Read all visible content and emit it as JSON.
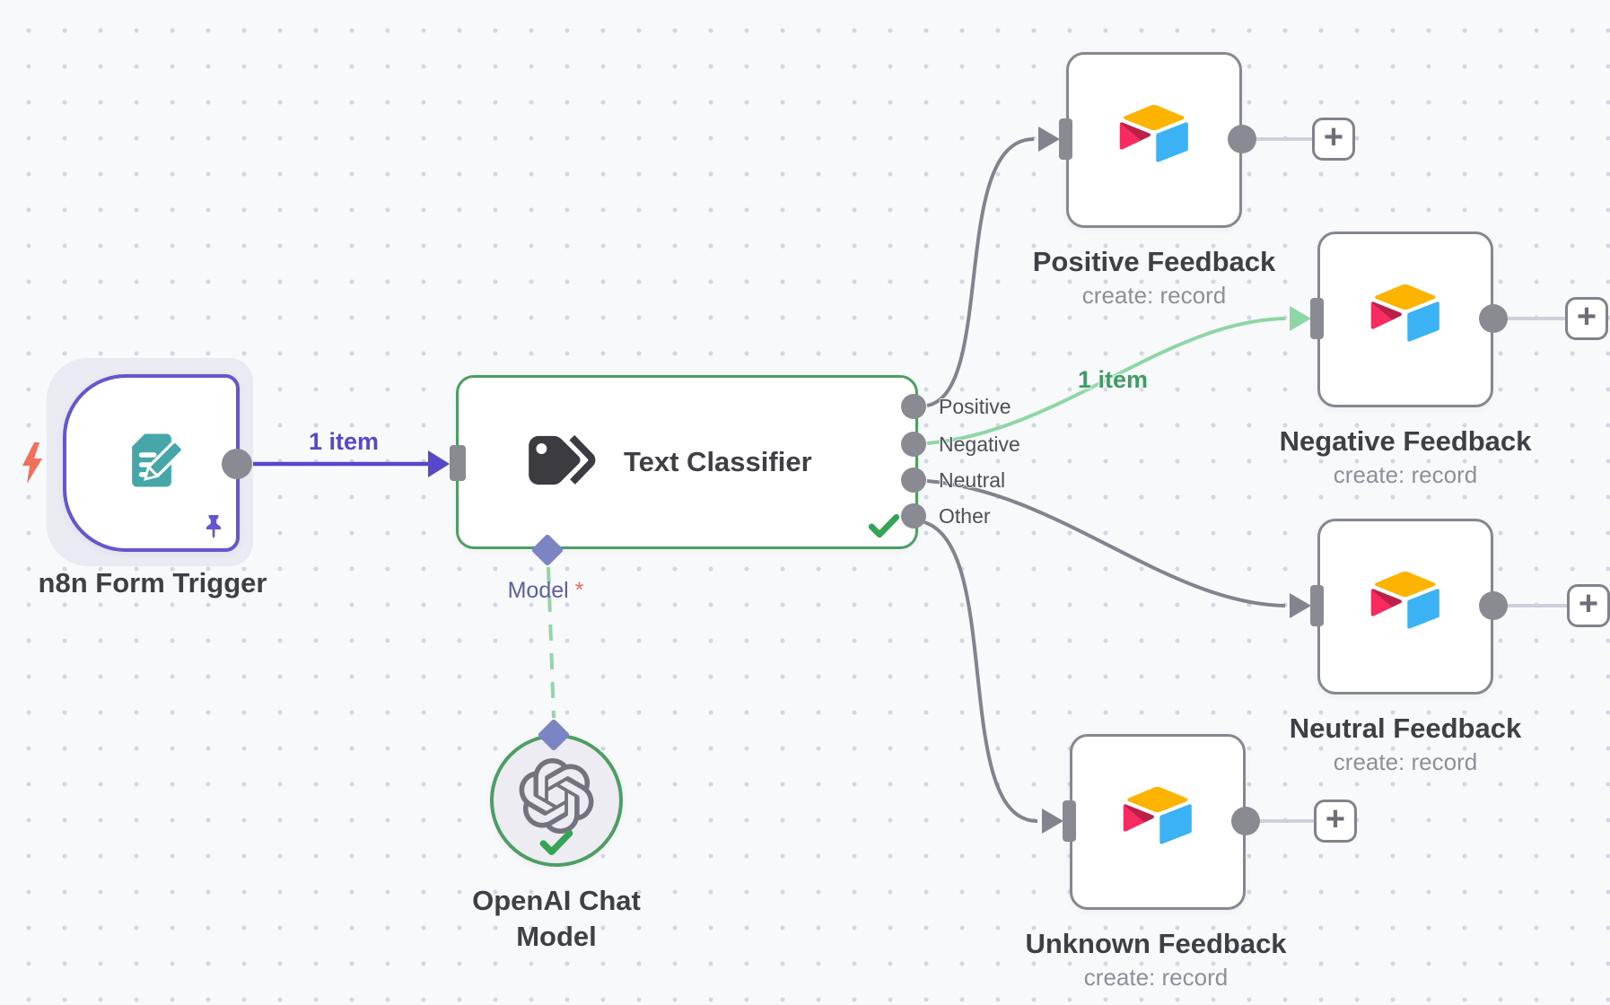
{
  "workflow": {
    "nodes": {
      "form_trigger": {
        "label": "n8n Form Trigger"
      },
      "text_classifier": {
        "label": "Text Classifier",
        "outputs": [
          "Positive",
          "Negative",
          "Neutral",
          "Other"
        ],
        "model_input_label": "Model",
        "required_marker": "*"
      },
      "openai_model": {
        "label_line1": "OpenAI Chat",
        "label_line2": "Model"
      },
      "positive_feedback": {
        "label": "Positive Feedback",
        "subtitle": "create: record"
      },
      "negative_feedback": {
        "label": "Negative Feedback",
        "subtitle": "create: record"
      },
      "neutral_feedback": {
        "label": "Neutral Feedback",
        "subtitle": "create: record"
      },
      "unknown_feedback": {
        "label": "Unknown Feedback",
        "subtitle": "create: record"
      }
    },
    "connections": {
      "trigger_to_classifier_label": "1 item",
      "negative_branch_label": "1 item"
    },
    "icons": {
      "plus": "+"
    },
    "colors": {
      "trigger_purple": "#6456cc",
      "connection_purple": "#5748c9",
      "success_green": "#4e9e63",
      "check_green": "#36a456",
      "branch_light_green": "#8fd6a6",
      "branch_green_text": "#3f9c63",
      "gray_connection": "#81838d",
      "stub_gray": "#ccd0dc",
      "node_border_gray": "#87878f",
      "lightning_coral": "#f1705b",
      "airtable_yellow": "#FCB400",
      "airtable_blue": "#3BB2F4",
      "airtable_red": "#F82B60"
    }
  }
}
